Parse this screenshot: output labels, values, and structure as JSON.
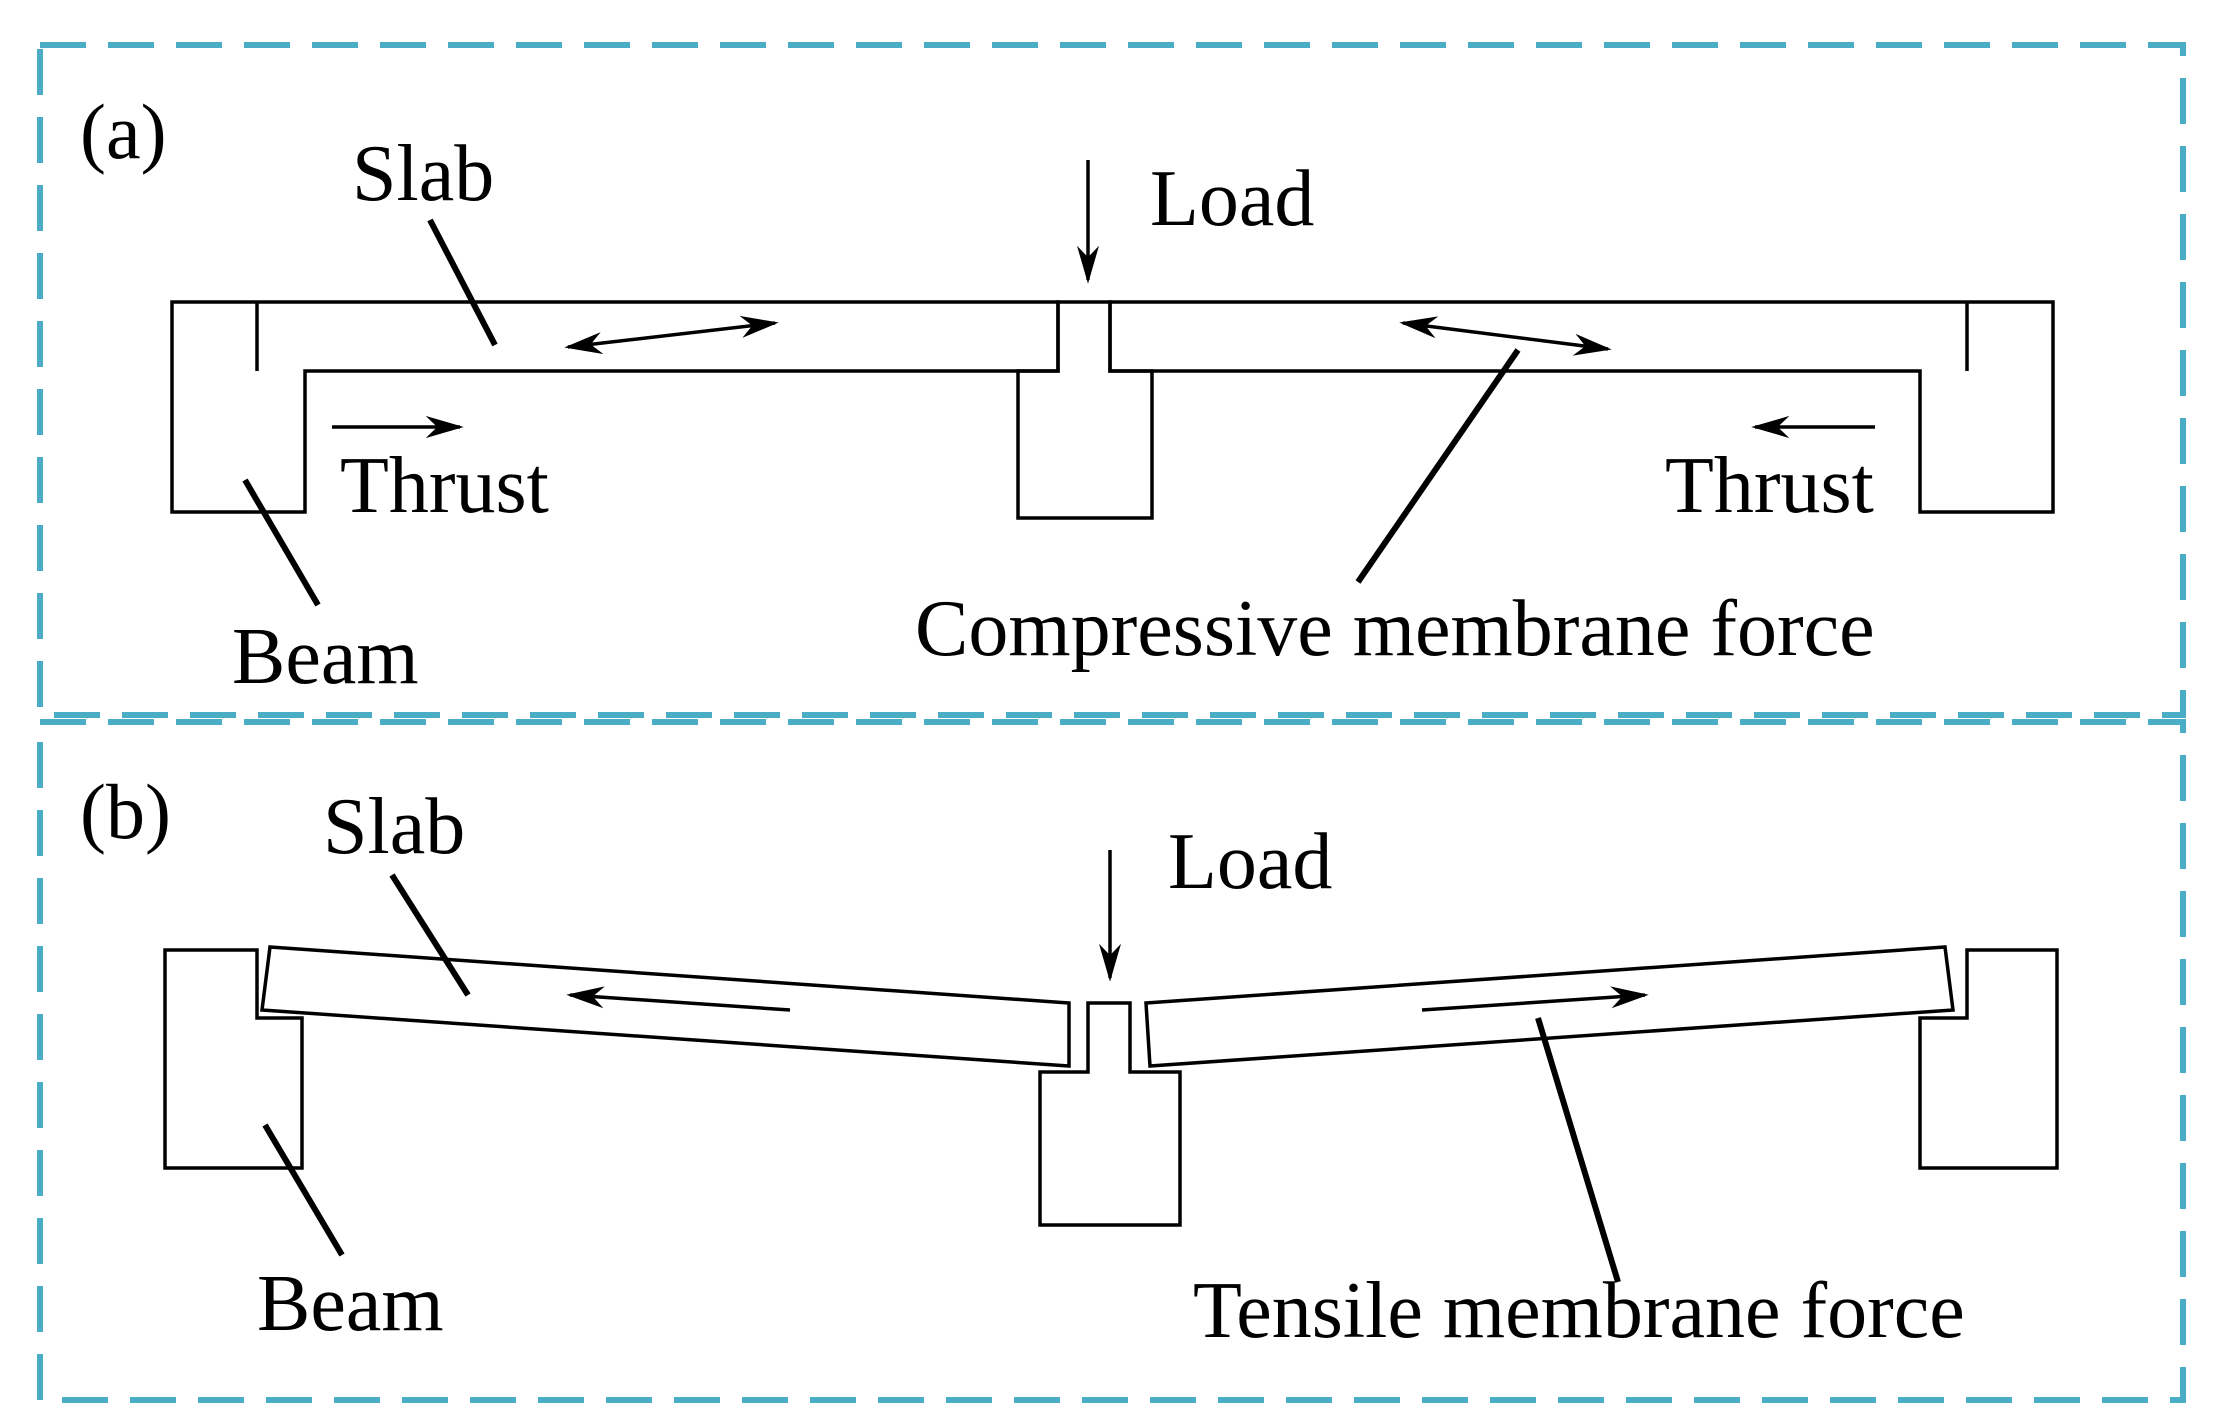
{
  "colors": {
    "frame": "#4bacc6",
    "ink": "#000000",
    "background": "#ffffff"
  },
  "panel_a": {
    "tag": "(a)",
    "slab": "Slab",
    "load": "Load",
    "thrust_left": "Thrust",
    "thrust_right": "Thrust",
    "beam": "Beam",
    "membrane": "Compressive membrane force"
  },
  "panel_b": {
    "tag": "(b)",
    "slab": "Slab",
    "load": "Load",
    "beam": "Beam",
    "membrane": "Tensile membrane force"
  }
}
